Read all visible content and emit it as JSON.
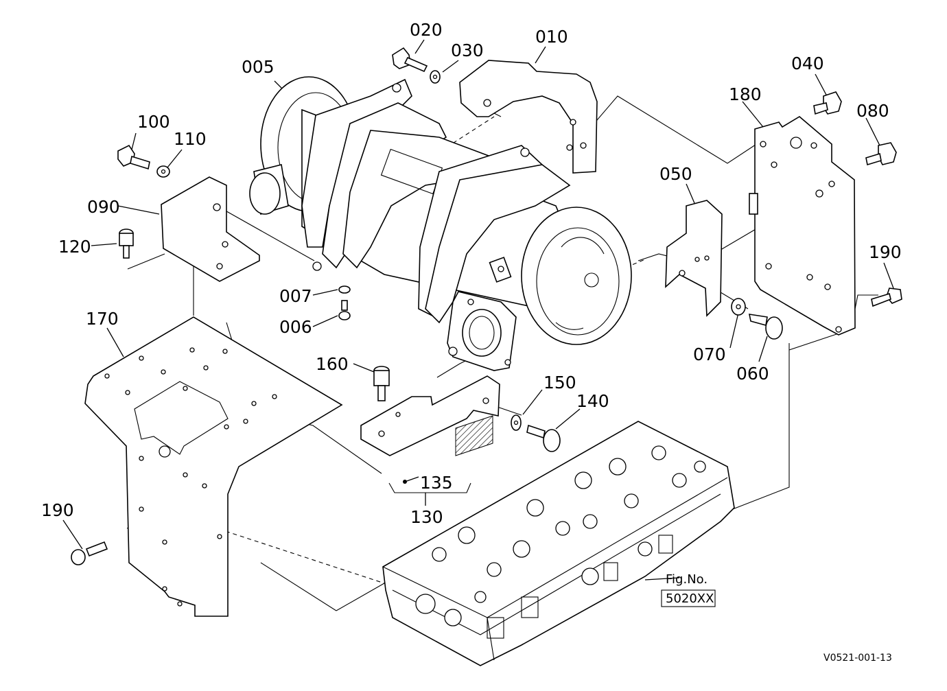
{
  "labels": {
    "p005": "005",
    "p006": "006",
    "p007": "007",
    "p010": "010",
    "p020": "020",
    "p030": "030",
    "p040": "040",
    "p050": "050",
    "p060": "060",
    "p070": "070",
    "p080": "080",
    "p090": "090",
    "p100": "100",
    "p110": "110",
    "p120": "120",
    "p130": "130",
    "p135": "135",
    "p140": "140",
    "p150": "150",
    "p160": "160",
    "p170": "170",
    "p180": "180",
    "p190a": "190",
    "p190b": "190"
  },
  "figref": {
    "line1": "Fig.No.",
    "line2": "5020XX"
  },
  "drawing_code": "V0521-001-13"
}
